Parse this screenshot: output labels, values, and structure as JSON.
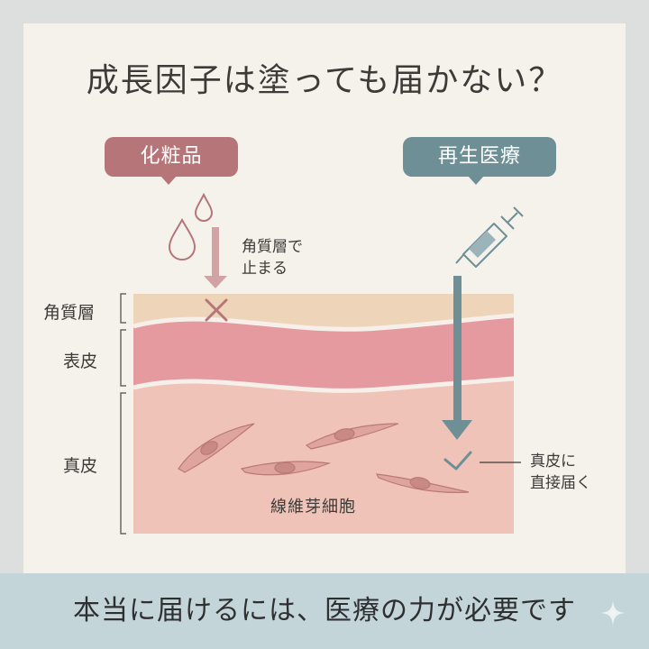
{
  "title": "成長因子は塗っても届かない？",
  "labels": {
    "cosmetics": "化粧品",
    "regenerative": "再生医療"
  },
  "notes": {
    "stops_line1": "角質層で",
    "stops_line2": "止まる",
    "reaches_line1": "真皮に",
    "reaches_line2": "直接届く"
  },
  "layers": {
    "stratum_corneum": "角質層",
    "epidermis": "表皮",
    "dermis": "真皮"
  },
  "cells": {
    "label": "線維芽細胞"
  },
  "footer": {
    "text": "本当に届けるには、医療の力が必要です"
  },
  "colors": {
    "cosmetics": "#b57579",
    "regenerative": "#6f8f96",
    "footer_bg": "#c4d5da"
  },
  "icons": [
    "droplet-icon",
    "cross-mark-icon",
    "syringe-icon",
    "check-mark-icon",
    "sparkle-icon"
  ]
}
